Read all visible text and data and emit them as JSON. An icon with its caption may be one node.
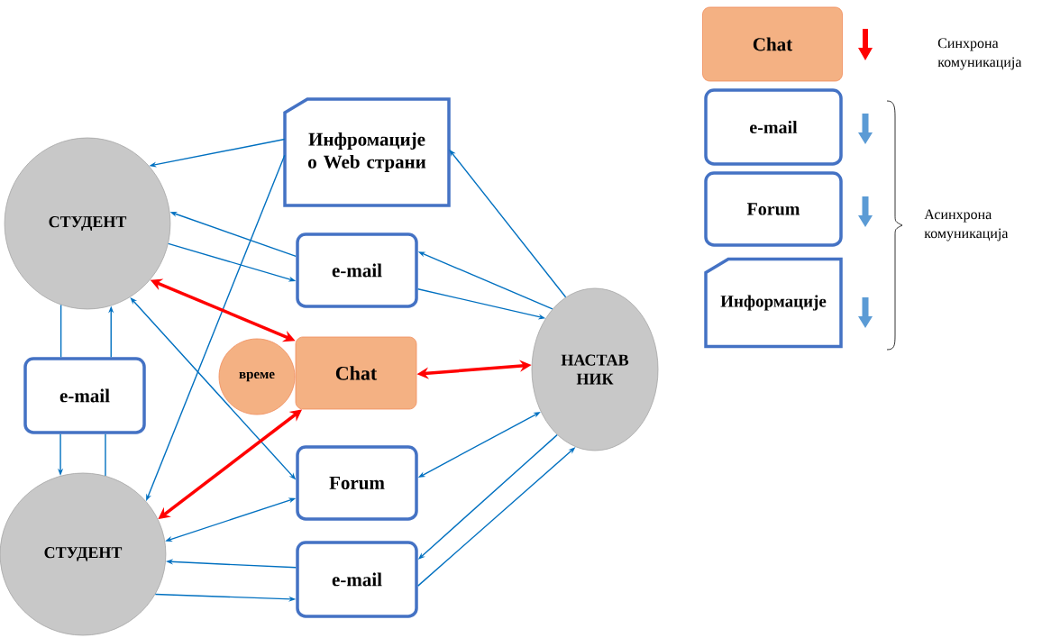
{
  "diagram": {
    "nodes": [
      {
        "text": [
          "СТУДЕНТ"
        ]
      },
      {
        "text": [
          "Инфромације о Web страни"
        ]
      },
      {
        "text": [
          "e-mail"
        ]
      },
      {
        "text": [
          "време"
        ]
      },
      {
        "text": [
          "Chat"
        ]
      },
      {
        "text": [
          "НАСТАВ НИК"
        ]
      },
      {
        "text": [
          "e-mail"
        ]
      },
      {
        "text": [
          "СТУДЕНТ"
        ]
      },
      {
        "text": [
          "Forum"
        ]
      },
      {
        "text": [
          "e-mail"
        ]
      },
      {
        "text": [
          "Chat"
        ]
      },
      {
        "text": [
          "e-mail"
        ]
      },
      {
        "text": [
          "Forum"
        ]
      },
      {
        "text": [
          "Информације"
        ]
      }
    ],
    "edges": [
      {
        "from": 1,
        "to": 0,
        "arrow": "to"
      },
      {
        "from": 1,
        "to": 7,
        "arrow": "to"
      },
      {
        "from": 2,
        "to": 0,
        "arrow": "to"
      },
      {
        "from": 0,
        "to": 2,
        "arrow": "to"
      },
      {
        "from": 0,
        "to": 4,
        "arrow": "both",
        "style": "thick",
        "color": "#ff0000"
      },
      {
        "from": 8,
        "to": 0,
        "arrow": "both"
      },
      {
        "from": 7,
        "to": 4,
        "arrow": "both",
        "style": "thick",
        "color": "#ff0000"
      },
      {
        "from": 8,
        "to": 7,
        "arrow": "both"
      },
      {
        "from": 9,
        "to": 7,
        "arrow": "to"
      },
      {
        "from": 7,
        "to": 9,
        "arrow": "to"
      },
      {
        "from": 0,
        "to": 6,
        "arrow": "none"
      },
      {
        "from": 6,
        "to": 7,
        "arrow": "to"
      },
      {
        "from": 7,
        "to": 6,
        "arrow": "none"
      },
      {
        "from": 6,
        "to": 0,
        "arrow": "to"
      },
      {
        "from": 5,
        "to": 1,
        "arrow": "to"
      },
      {
        "from": 5,
        "to": 2,
        "arrow": "to"
      },
      {
        "from": 2,
        "to": 5,
        "arrow": "to"
      },
      {
        "from": 4,
        "to": 5,
        "arrow": "both",
        "style": "thick",
        "color": "#ff0000"
      },
      {
        "from": 8,
        "to": 5,
        "arrow": "both"
      },
      {
        "from": 5,
        "to": 9,
        "arrow": "to"
      },
      {
        "from": 9,
        "to": 5,
        "arrow": "to"
      }
    ],
    "labels": [
      "Синхрона комуникација",
      "Асинхрона комуникација"
    ]
  }
}
